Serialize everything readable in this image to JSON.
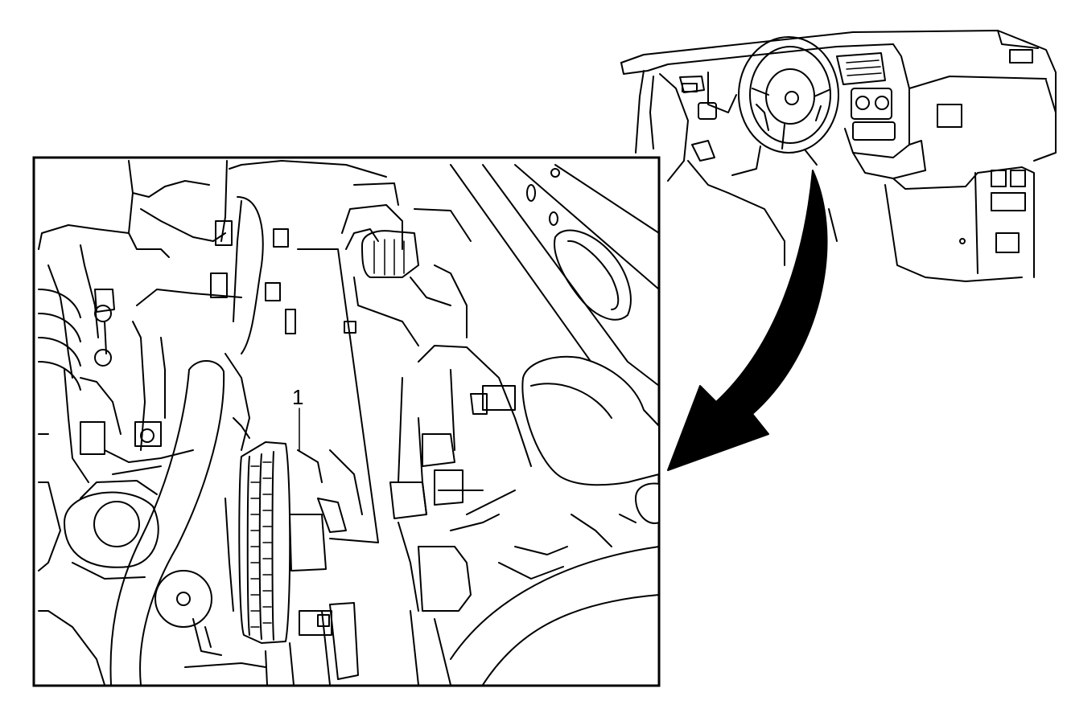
{
  "callouts": [
    {
      "id": "1",
      "label": "1"
    }
  ],
  "colors": {
    "line": "#000000",
    "background": "#ffffff"
  },
  "icons": {
    "arrow": "curved-arrow-icon",
    "overview": "dashboard-overview-illustration"
  }
}
